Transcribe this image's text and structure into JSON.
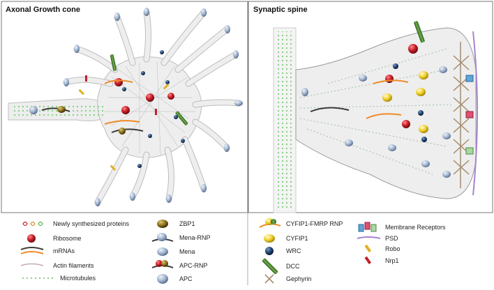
{
  "panels": {
    "left_title": "Axonal Growth cone",
    "right_title": "Synaptic spine"
  },
  "colors": {
    "cell_fill": "#eeeeee",
    "cell_stroke": "#bdbdbd",
    "microtubule": "#8fd18a",
    "actin": "#c9a8b8",
    "ribosome": "#c0202a",
    "mrna_orange": "#f08a28",
    "mrna_dark": "#3a3a3a",
    "mena_blue": "#8fa5c2",
    "zbp1": "#8a6d1a",
    "wrc": "#1f3f6e",
    "cyfip1": "#f2d22a",
    "dcc": "#3f7d2a",
    "psd": "#a884d0",
    "robo": "#e0b020",
    "nrp1": "#c0202a",
    "gephyrin": "#a38b6d"
  },
  "legend": {
    "col1": [
      {
        "label": "Newly synthesized proteins",
        "icon": "protein-icon"
      },
      {
        "label": "Ribosome",
        "icon": "ribosome-icon"
      },
      {
        "label": "mRNAs",
        "icon": "mrna-icon"
      },
      {
        "label": "Actin filaments",
        "icon": "actin-icon"
      },
      {
        "label": "Microtubules",
        "icon": "microtubule-icon"
      }
    ],
    "col2": [
      {
        "label": "ZBP1",
        "icon": "zbp1-icon"
      },
      {
        "label": "Mena-RNP",
        "icon": "mena-rnp-icon"
      },
      {
        "label": "Mena",
        "icon": "mena-icon"
      },
      {
        "label": "APC-RNP",
        "icon": "apc-rnp-icon"
      },
      {
        "label": "APC",
        "icon": "apc-icon"
      }
    ],
    "col3": [
      {
        "label": "CYFIP1-FMRP RNP",
        "icon": "cyfip1-fmrp-icon"
      },
      {
        "label": "CYFIP1",
        "icon": "cyfip1-icon"
      },
      {
        "label": "WRC",
        "icon": "wrc-icon"
      },
      {
        "label": "DCC",
        "icon": "dcc-icon"
      },
      {
        "label": "Gephyrin",
        "icon": "gephyrin-icon"
      }
    ],
    "col4": [
      {
        "label": "Membrane Receptors",
        "icon": "membrane-receptor-icon"
      },
      {
        "label": "PSD",
        "icon": "psd-icon"
      },
      {
        "label": "Robo",
        "icon": "robo-icon"
      },
      {
        "label": "Nrp1",
        "icon": "nrp1-icon"
      }
    ]
  }
}
